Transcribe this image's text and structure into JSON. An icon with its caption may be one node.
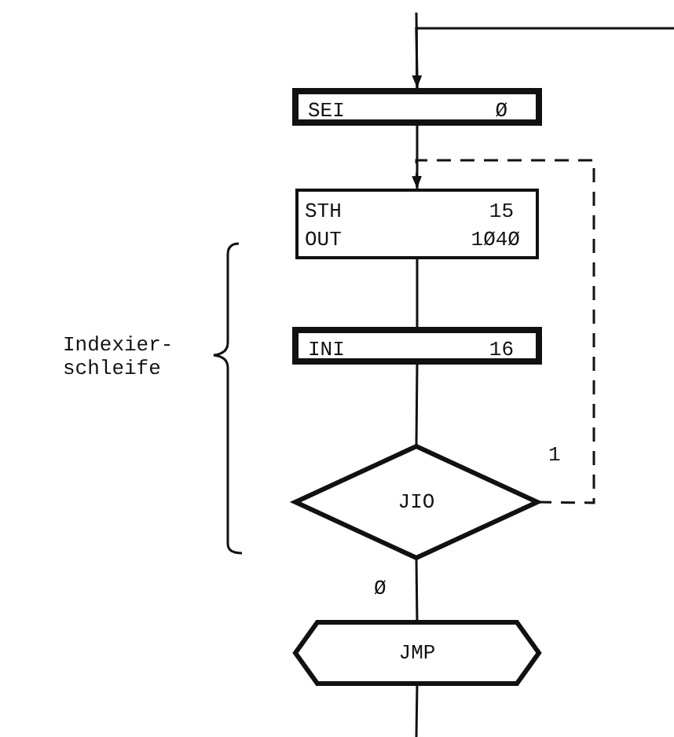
{
  "diagram": {
    "nodes": [
      {
        "text": [
          "SEI",
          "Ø"
        ]
      },
      {
        "text": [
          "STH",
          "15",
          "OUT",
          "1Ø4Ø"
        ]
      },
      {
        "text": [
          "INI",
          "16"
        ]
      },
      {
        "text": [
          "JIO"
        ]
      },
      {
        "text": [
          "JMP"
        ]
      }
    ],
    "edges": [
      {
        "from": null,
        "to": 0,
        "arrow": "none"
      },
      {
        "from": null,
        "to": 0,
        "arrow": "to"
      },
      {
        "from": 0,
        "to": 1,
        "arrow": "none"
      },
      {
        "from": 1,
        "to": 2,
        "arrow": "none"
      },
      {
        "from": 2,
        "to": 3,
        "arrow": "none"
      },
      {
        "from": 3,
        "to": 1,
        "arrow": "to",
        "style": "dashed",
        "label": "1"
      },
      {
        "from": 3,
        "to": 4,
        "arrow": "none",
        "label": "Ø"
      },
      {
        "from": 4,
        "to": null,
        "arrow": "none"
      }
    ],
    "labels": [
      "Indexier- schleife"
    ]
  }
}
